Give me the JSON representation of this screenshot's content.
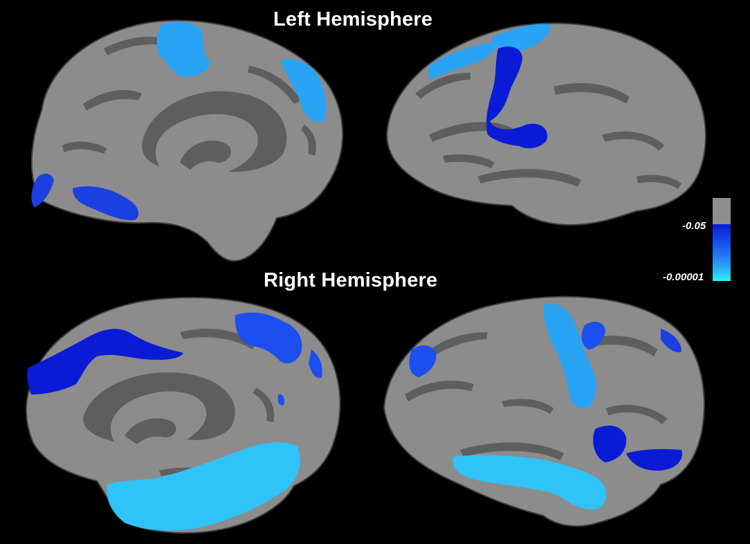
{
  "titles": {
    "top": "Left Hemisphere",
    "bottom": "Right Hemisphere"
  },
  "colorbar": {
    "max_label": "-0.05",
    "min_label": "-0.00001",
    "colors": {
      "nonsignificant": "#8e8e8e",
      "high": "#0a1bd6",
      "low": "#2ef0fb"
    }
  },
  "colors": {
    "background": "#000000",
    "cortex_gyri": "#8c8c8c",
    "cortex_sulci": "#5e5e5e",
    "region_dark_blue": "#0a1bd6",
    "region_mid_blue": "#1b4ff0",
    "region_light_blue": "#29a4f5",
    "region_cyan": "#2fc3f7"
  },
  "panels": [
    {
      "hemisphere": "left",
      "view": "medial"
    },
    {
      "hemisphere": "left",
      "view": "lateral"
    },
    {
      "hemisphere": "right",
      "view": "medial"
    },
    {
      "hemisphere": "right",
      "view": "lateral"
    }
  ]
}
